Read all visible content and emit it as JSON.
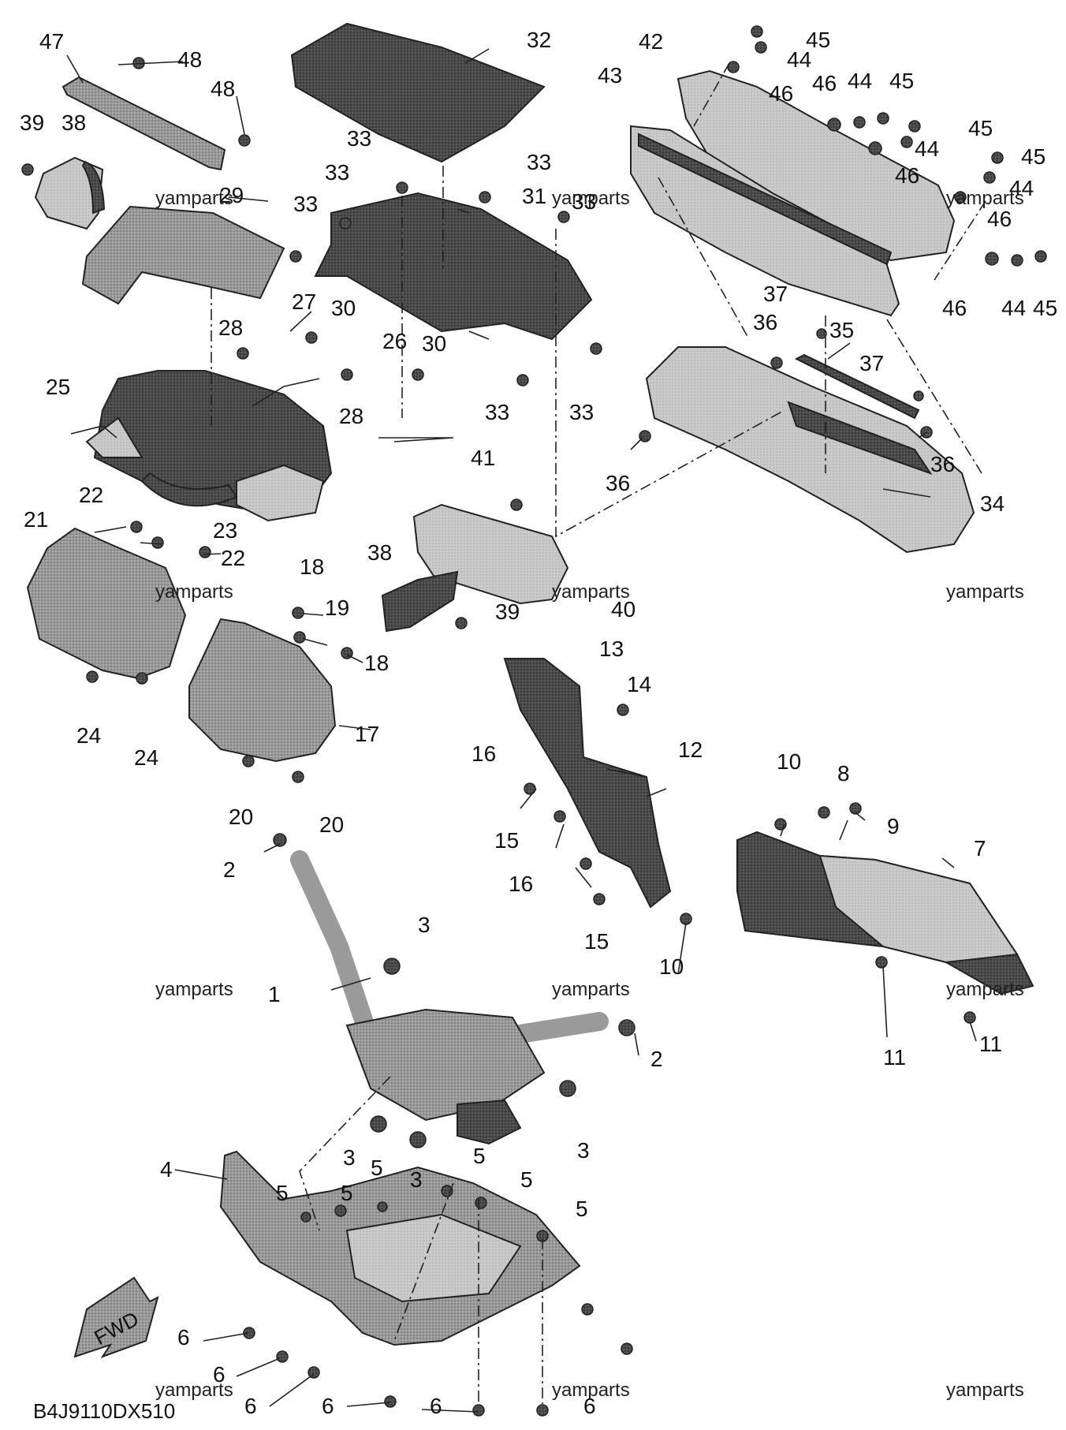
{
  "diagram_code": "B4J9110DX510",
  "fwd_label": "FWD",
  "watermark": "yamparts",
  "part_numbers": [
    "1",
    "2",
    "3",
    "4",
    "5",
    "6",
    "7",
    "8",
    "9",
    "10",
    "11",
    "12",
    "13",
    "14",
    "15",
    "16",
    "17",
    "18",
    "19",
    "20",
    "21",
    "22",
    "23",
    "24",
    "25",
    "26",
    "27",
    "28",
    "29",
    "30",
    "31",
    "32",
    "33",
    "34",
    "35",
    "36",
    "37",
    "38",
    "39",
    "40",
    "41",
    "42",
    "43",
    "44",
    "45",
    "46",
    "47",
    "48"
  ],
  "colors": {
    "line": "#222222",
    "dark_fill": "#4a4a4a",
    "mid_fill": "#8c8c8c",
    "light_fill": "#c9c9c9",
    "bg": "#ffffff"
  }
}
